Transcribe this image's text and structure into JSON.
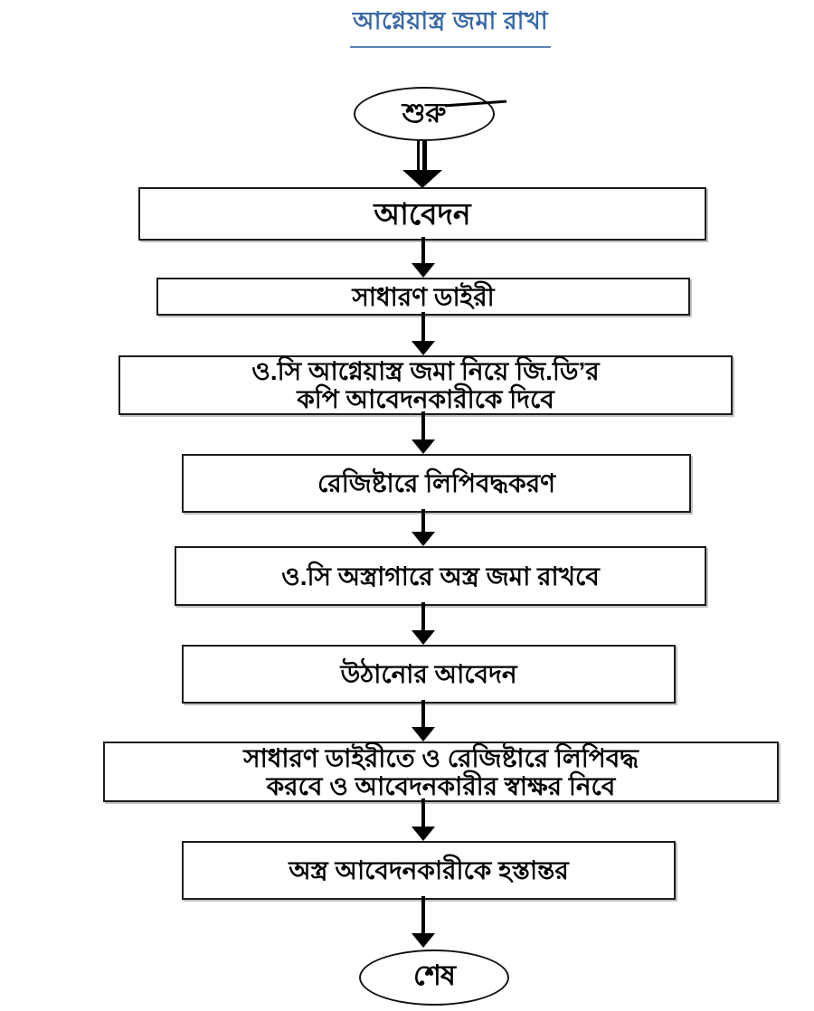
{
  "title": {
    "text": "আগ্নেয়াস্ত্র জমা রাখা",
    "color": "#3a68a6"
  },
  "flowchart": {
    "start_label": "শুরু",
    "end_label": "শেষ",
    "steps": [
      {
        "label": "আবেদন"
      },
      {
        "label": "সাধারণ ডাইরী"
      },
      {
        "label": "ও.সি আগ্নেয়াস্ত্র জমা নিয়ে জি.ডি’র\nকপি আবেদনকারীকে দিবে"
      },
      {
        "label": "রেজিষ্টারে লিপিবদ্ধকরণ"
      },
      {
        "label": "ও.সি অস্ত্রাগারে অস্ত্র জমা রাখবে"
      },
      {
        "label": "উঠানোর আবেদন"
      },
      {
        "label": "সাধারণ ডাইরীতে ও রেজিষ্টারে লিপিবদ্ধ\nকরবে ও আবেদনকারীর স্বাক্ষর নিবে"
      },
      {
        "label": "অস্ত্র আবেদনকারীকে হস্তান্তর"
      }
    ],
    "icons": {
      "arrow_down": "▼ filled black triangle arrowhead",
      "double_line_connector": "‖ thick shaft with white stripe"
    },
    "colors": {
      "background": "#ffffff",
      "shape_border": "#1c1c1c",
      "arrow": "#000000",
      "text": "#000000",
      "title_blue": "#3a68a6"
    }
  }
}
